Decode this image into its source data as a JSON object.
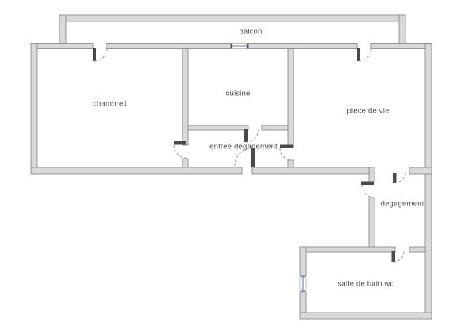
{
  "plan": {
    "title": "apartment floor plan",
    "colors": {
      "background": "#ffffff",
      "wall_fill": "#d9d9d9",
      "wall_stroke": "#8c8c8c",
      "door_leaf": "#4a4a4a",
      "door_arc": "#9a9a9a",
      "window_accent": "#9aa5c0",
      "label_text": "#4d4d4d"
    },
    "rooms": [
      {
        "id": "balcon",
        "label": "balcon"
      },
      {
        "id": "chambre1",
        "label": "chambre1"
      },
      {
        "id": "cuisine",
        "label": "cuisine"
      },
      {
        "id": "piece_de_vie",
        "label": "piece de vie"
      },
      {
        "id": "entree_degagement",
        "label": "entree degagement"
      },
      {
        "id": "degagement",
        "label": "degagement"
      },
      {
        "id": "salle_de_bain_wc",
        "label": "salle de bain wc"
      }
    ]
  }
}
